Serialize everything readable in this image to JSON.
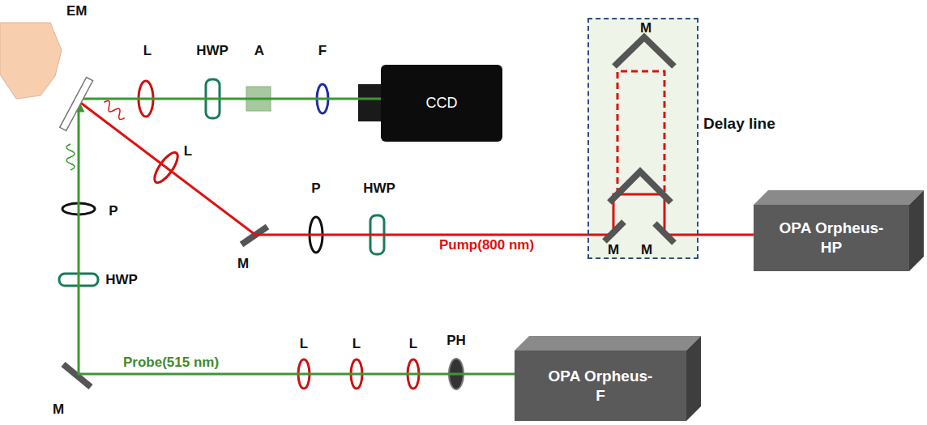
{
  "diagram": {
    "nodes": [
      {
        "text": [
          "EM"
        ]
      },
      {
        "text": [
          "CCD"
        ]
      },
      {
        "text": [
          "Delay line"
        ]
      },
      {
        "text": [
          "OPA Orpheus-HP"
        ]
      },
      {
        "text": [
          "OPA Orpheus-F"
        ]
      }
    ],
    "edges": [
      {
        "from": 3,
        "to": 2,
        "arrow": "none"
      },
      {
        "from": 2,
        "to": 0,
        "label": "Pump(800 nm)",
        "arrow": "none"
      },
      {
        "from": 4,
        "to": 0,
        "label": "Probe(515 nm)",
        "arrow": "to"
      },
      {
        "from": 0,
        "to": 1,
        "arrow": "none"
      }
    ],
    "labels": [
      "L",
      "HWP",
      "A",
      "F",
      "M",
      "L",
      "P",
      "HWP",
      "P",
      "M",
      "M",
      "M",
      "HWP",
      "L",
      "L",
      "L",
      "PH",
      "M"
    ]
  }
}
